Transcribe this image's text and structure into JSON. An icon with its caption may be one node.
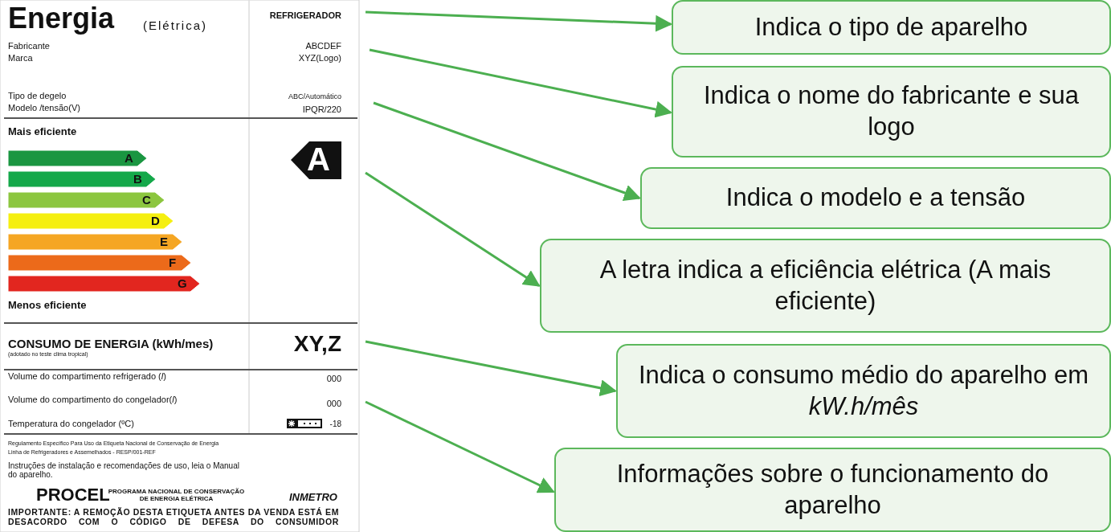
{
  "diagram": {
    "nodes": [
      {
        "text": [
          "Indica o tipo de aparelho"
        ]
      },
      {
        "text": [
          "Indica o nome do fabricante e sua logo"
        ]
      },
      {
        "text": [
          "Indica o modelo e a tensão"
        ]
      },
      {
        "text": [
          "A letra indica a eficiência elétrica (A mais eficiente)"
        ]
      },
      {
        "text": [
          "Indica o consumo médio do aparelho em *kW.h/mês*"
        ]
      },
      {
        "text": [
          "Informações sobre o funcionamento do aparelho"
        ]
      }
    ],
    "edges": [
      {
        "from": null,
        "to": 0,
        "arrow": "to"
      },
      {
        "from": null,
        "to": 1,
        "arrow": "to"
      },
      {
        "from": null,
        "to": 2,
        "arrow": "to"
      },
      {
        "from": null,
        "to": 3,
        "arrow": "to"
      },
      {
        "from": null,
        "to": 4,
        "arrow": "to"
      },
      {
        "from": null,
        "to": 5,
        "arrow": "to"
      }
    ],
    "labels": [
      "Energia",
      "(Elétrica)",
      "REFRIGERADOR",
      "Fabricante",
      "Marca",
      "ABCDEF",
      "XYZ(Logo)",
      "Tipo de degelo",
      "Modelo /tensão(V)",
      "ABC/Automático",
      "IPQR/220",
      "Mais eficiente",
      "A",
      "B",
      "C",
      "D",
      "E",
      "F",
      "G",
      "A",
      "Menos eficiente",
      "CONSUMO DE ENERGIA (kWh/mes)",
      "(adotado no teste clima tropical)",
      "XY,Z",
      "Volume do compartimento refrigerado (*l*)",
      "000",
      "Volume do compartimento do congelador(*l*)",
      "000",
      "Temperatura do congelador (ºC)",
      "-18",
      "Regulamento Específico Para Uso da Etiqueta Nacional de Conservação de Energia",
      "Linha de Refrigeradores e Assemelhados - RESP/001-REF",
      "Instruções de instalação e recomendações de uso, leia o Manual do aparelho.",
      "PROCEL",
      "PROGRAMA NACIONAL DE CONSERVAÇÃO DE ENERGIA ELÉTRICA",
      "INMETRO",
      "IMPORTANTE: A REMOÇÃO DESTA ETIQUETA ANTES DA VENDA ESTÁ EM DESACORDO COM O CÓDIGO DE DEFESA DO CONSUMIDOR"
    ]
  }
}
